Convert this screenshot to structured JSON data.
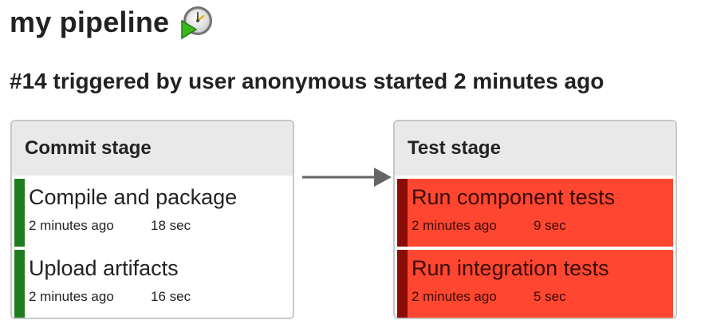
{
  "pipeline": {
    "title": "my pipeline",
    "icon": "pipeline-running-icon",
    "build_summary": "#14 triggered by user anonymous started 2 minutes ago"
  },
  "colors": {
    "success": "#1f7d1f",
    "failure_bg": "#ff4631",
    "failure_bar": "#8b0d08",
    "stage_header": "#e9e9e9"
  },
  "stages": [
    {
      "name": "Commit stage",
      "jobs": [
        {
          "name": "Compile and package",
          "started": "2 minutes ago",
          "duration": "18 sec",
          "status": "success"
        },
        {
          "name": "Upload artifacts",
          "started": "2 minutes ago",
          "duration": "16 sec",
          "status": "success"
        }
      ]
    },
    {
      "name": "Test stage",
      "jobs": [
        {
          "name": "Run component tests",
          "started": "2 minutes ago",
          "duration": "9 sec",
          "status": "failure"
        },
        {
          "name": "Run integration tests",
          "started": "2 minutes ago",
          "duration": "5 sec",
          "status": "failure"
        }
      ]
    }
  ]
}
